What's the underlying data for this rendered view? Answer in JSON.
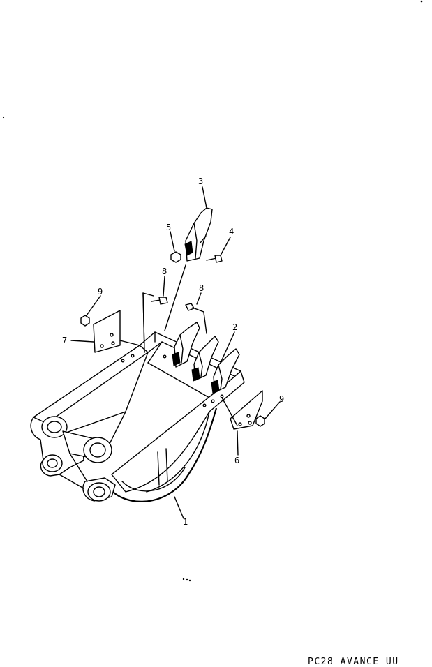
{
  "callouts": [
    {
      "id": "1",
      "label": "1"
    },
    {
      "id": "2",
      "label": "2"
    },
    {
      "id": "3",
      "label": "3"
    },
    {
      "id": "4",
      "label": "4"
    },
    {
      "id": "5",
      "label": "5"
    },
    {
      "id": "6",
      "label": "6"
    },
    {
      "id": "7",
      "label": "7"
    },
    {
      "id": "8a",
      "label": "8"
    },
    {
      "id": "8b",
      "label": "8"
    },
    {
      "id": "9a",
      "label": "9"
    },
    {
      "id": "9b",
      "label": "9"
    }
  ],
  "footer": {
    "model_code": "PC28 AVANCE UU"
  }
}
